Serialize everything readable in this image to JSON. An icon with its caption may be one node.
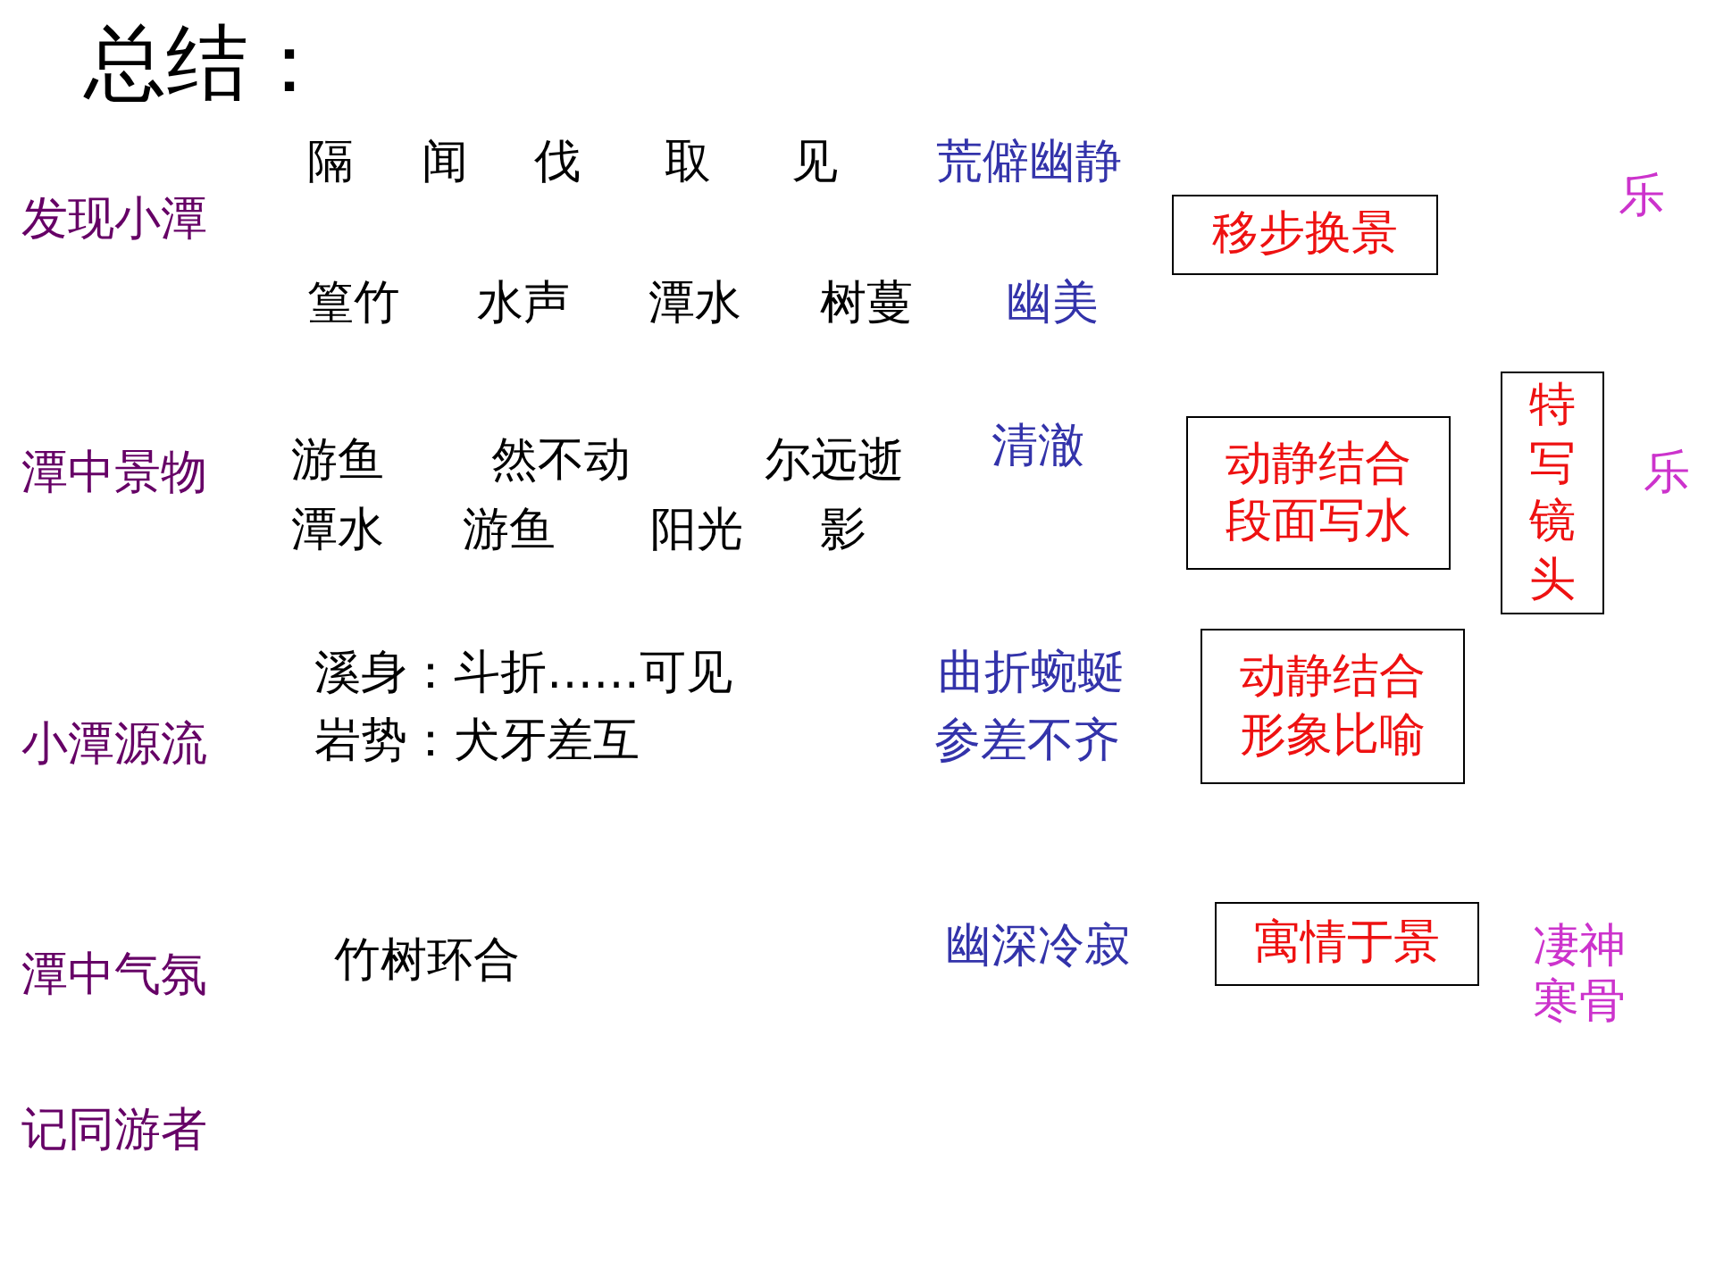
{
  "diagram": {
    "title": "总结：",
    "nodes": [
      {
        "text": [
          "移步换景"
        ]
      },
      {
        "text": [
          "动静结合段面写水"
        ]
      },
      {
        "text": [
          "特写镜头"
        ]
      },
      {
        "text": [
          "动静结合形象比喻"
        ]
      },
      {
        "text": [
          "寓情于景"
        ]
      }
    ],
    "labels": [
      "发现小潭",
      "隔",
      "闻",
      "伐",
      "取",
      "见",
      "荒僻幽静",
      "乐",
      "篁竹",
      "水声",
      "潭水",
      "树蔓",
      "幽美",
      "潭中景物",
      "游鱼",
      "然不动",
      "尔远逝",
      "清澈",
      "乐",
      "潭水",
      "游鱼",
      "阳光",
      "影",
      "溪身：斗折……可见",
      "曲折蜿蜒",
      "小潭源流",
      "岩势：犬牙差互",
      "参差不齐",
      "潭中气氛",
      "竹树环合",
      "幽深冷寂",
      "凄神寒骨",
      "记同游者"
    ]
  }
}
